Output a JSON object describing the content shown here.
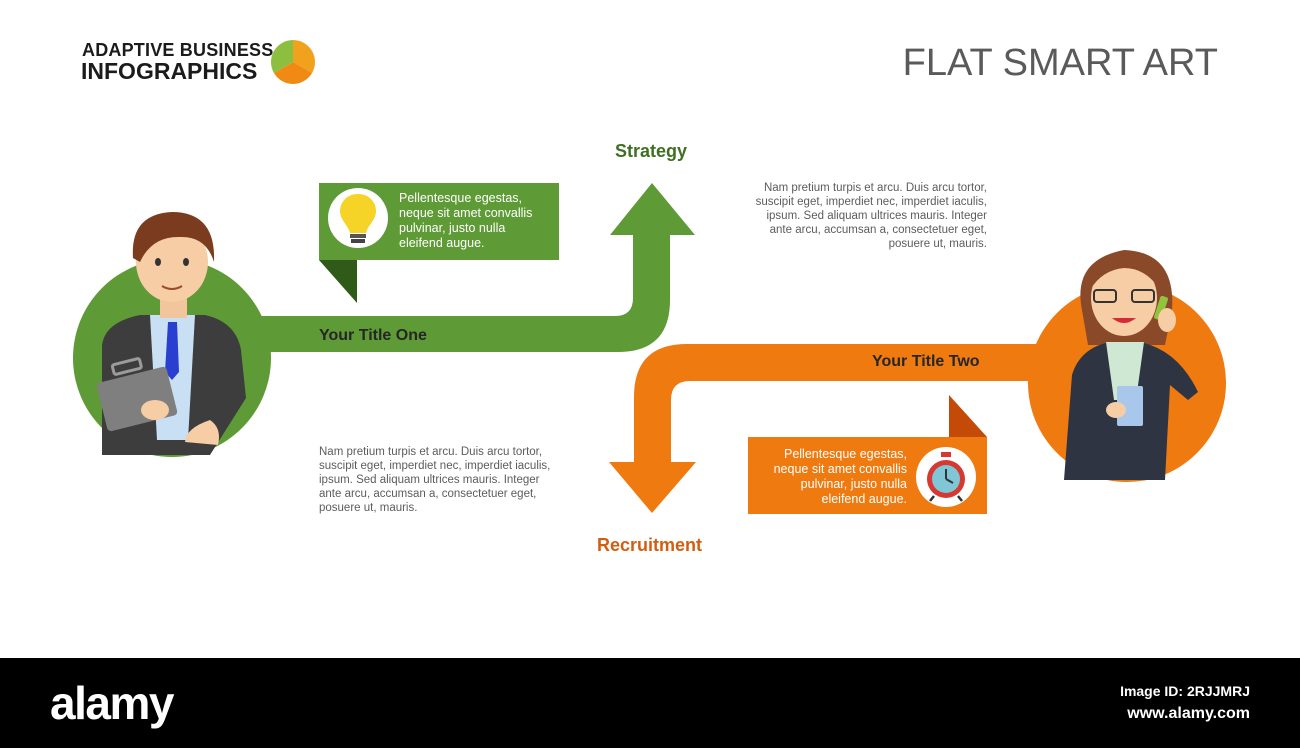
{
  "header": {
    "brand_line1": "ADAPTIVE BUSINESS",
    "brand_line2": "INFOGRAPHICS",
    "title": "FLAT SMART ART"
  },
  "colors": {
    "green": "#5e9a35",
    "dark_green": "#2f5a17",
    "orange": "#ef7a10",
    "dark_orange": "#c44a07"
  },
  "strategy": {
    "label": "Strategy",
    "title": "Your Title One",
    "callout": [
      "Pellentesque egestas,",
      "neque sit amet convallis",
      "pulvinar, justo nulla",
      "eleifend augue."
    ],
    "paragraph": [
      "Nam pretium turpis et arcu. Duis arcu tortor,",
      "suscipit eget, imperdiet nec, imperdiet iaculis,",
      "ipsum. Sed aliquam ultrices mauris. Integer",
      "ante arcu, accumsan a, consectetuer eget,",
      "posuere ut, mauris."
    ],
    "icon": "lightbulb-icon"
  },
  "recruitment": {
    "label": "Recruitment",
    "title": "Your Title Two",
    "callout": [
      "Pellentesque egestas,",
      "neque sit amet convallis",
      "pulvinar, justo nulla",
      "eleifend augue."
    ],
    "paragraph": [
      "Nam pretium turpis et arcu. Duis arcu tortor,",
      "suscipit eget, imperdiet nec, imperdiet iaculis,",
      "ipsum. Sed aliquam ultrices mauris. Integer",
      "ante arcu, accumsan a, consectetuer eget,",
      "posuere ut, mauris."
    ],
    "icon": "alarm-clock-icon"
  },
  "footer": {
    "logo": "alamy",
    "image_id": "Image ID: 2RJJMRJ",
    "url": "www.alamy.com"
  }
}
